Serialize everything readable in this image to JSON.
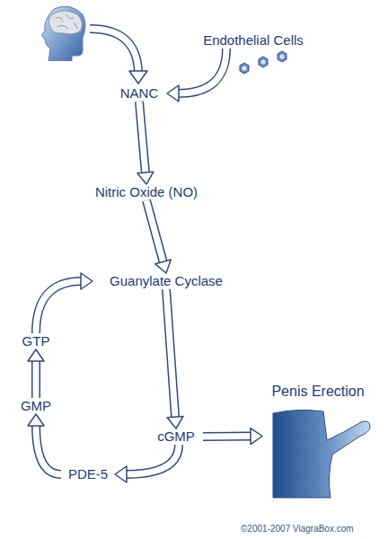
{
  "diagram": {
    "nodes": [
      {
        "text": [
          "Endothelial Cells"
        ]
      },
      {
        "text": [
          "NANC"
        ]
      },
      {
        "text": [
          "Nitric Oxide (NO)"
        ]
      },
      {
        "text": [
          "Guanylate Cyclase"
        ]
      },
      {
        "text": [
          "Penis Erection"
        ]
      },
      {
        "text": [
          "GTP"
        ]
      },
      {
        "text": [
          "GMP"
        ]
      },
      {
        "text": [
          "cGMP"
        ]
      },
      {
        "text": [
          "PDE-5"
        ]
      }
    ],
    "edges": [
      {
        "from": 0,
        "to": 1,
        "arrow": "to"
      },
      {
        "from": 1,
        "to": 2,
        "arrow": "to"
      },
      {
        "from": 2,
        "to": 3,
        "arrow": "to"
      },
      {
        "from": 3,
        "to": 7,
        "arrow": "to"
      },
      {
        "from": 7,
        "to": 4,
        "arrow": "to"
      },
      {
        "from": 7,
        "to": 8,
        "arrow": "to"
      },
      {
        "from": 8,
        "to": 6,
        "arrow": "to"
      },
      {
        "from": 6,
        "to": 5,
        "arrow": "to"
      },
      {
        "from": 5,
        "to": 3,
        "arrow": "to"
      }
    ],
    "labels": [
      "©2001-2007 ViagraBox.com"
    ]
  }
}
